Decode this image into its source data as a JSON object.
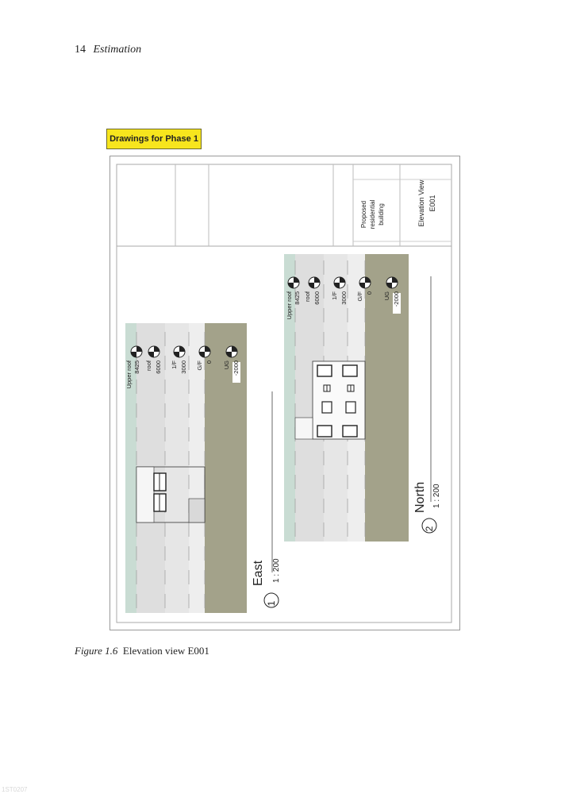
{
  "header": {
    "page_number": "14",
    "running_title": "Estimation"
  },
  "phase_label": "Drawings for Phase 1",
  "title_block": {
    "project_line1": "Proposed",
    "project_line2": "residential",
    "project_line3": "building",
    "sheet_name": "Elevation View",
    "sheet_number": "E001"
  },
  "east_view": {
    "number": "1",
    "name": "East",
    "scale": "1 : 200",
    "levels": [
      {
        "name": "Upper roof",
        "value": "8425"
      },
      {
        "name": "roof",
        "value": "6000"
      },
      {
        "name": "1/F",
        "value": "3000"
      },
      {
        "name": "G/F",
        "value": "0"
      },
      {
        "name": "UG",
        "value": "-2000"
      }
    ]
  },
  "north_view": {
    "number": "2",
    "name": "North",
    "scale": "1 : 200",
    "levels": [
      {
        "name": "Upper roof",
        "value": "8425"
      },
      {
        "name": "roof",
        "value": "6000"
      },
      {
        "name": "1/F",
        "value": "3000"
      },
      {
        "name": "G/F",
        "value": "0"
      },
      {
        "name": "UG",
        "value": "-2000"
      }
    ]
  },
  "caption": {
    "label": "Figure 1.6",
    "text": "Elevation view E001"
  },
  "watermark": "1ST0207",
  "colors": {
    "upper_band": "#c9dcd3",
    "roof_band": "#dedede",
    "first_band": "#e6e6e6",
    "ground_band": "#eeeeee",
    "underground_band": "#a3a28a",
    "phase_label_bg": "#f7e51d"
  }
}
